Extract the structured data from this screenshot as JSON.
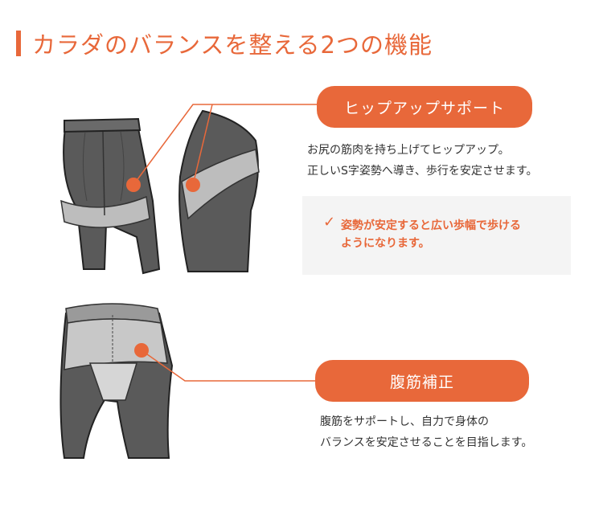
{
  "heading": "カラダのバランスを整える2つの機能",
  "features": [
    {
      "label": "ヒップアップサポート",
      "desc_lines": [
        "お尻の筋肉を持ち上げてヒップアップ。",
        "正しいS字姿勢へ導き、歩行を安定させます。"
      ],
      "note_lines": [
        "姿勢が安定すると広い歩幅で歩ける",
        "ようになります。"
      ]
    },
    {
      "label": "腹筋補正",
      "desc_lines": [
        "腹筋をサポートし、自力で身体の",
        "バランスを安定させることを目指します。"
      ]
    }
  ],
  "colors": {
    "accent": "#e8683a",
    "garment_dark": "#5a5a5a",
    "garment_band": "#bdbdbd",
    "note_bg": "#f4f4f4"
  },
  "icons": {
    "note_check": "✓"
  }
}
